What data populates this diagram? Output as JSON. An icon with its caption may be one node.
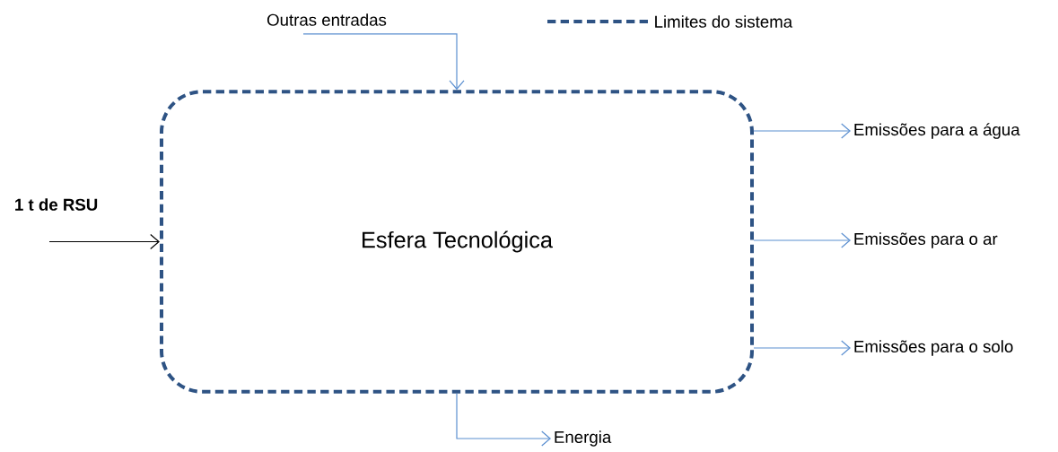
{
  "diagram": {
    "nodes": [
      {
        "text": [
          "Esfera Tecnológica"
        ]
      },
      {
        "text": [
          "1 t de RSU"
        ]
      },
      {
        "text": [
          "Outras entradas"
        ]
      },
      {
        "text": [
          "Emissões para a água"
        ]
      },
      {
        "text": [
          "Emissões para o ar"
        ]
      },
      {
        "text": [
          "Emissões para o solo"
        ]
      },
      {
        "text": [
          "Energia"
        ]
      }
    ],
    "edges": [
      {
        "from": 1,
        "to": 0,
        "arrow": "to",
        "color": "#000000"
      },
      {
        "from": 2,
        "to": 0,
        "arrow": "to"
      },
      {
        "from": 0,
        "to": 3,
        "arrow": "to"
      },
      {
        "from": 0,
        "to": 4,
        "arrow": "to"
      },
      {
        "from": 0,
        "to": 5,
        "arrow": "to"
      },
      {
        "from": 0,
        "to": 6,
        "arrow": "to"
      }
    ],
    "legend": [
      {
        "text": "Limites do sistema"
      }
    ]
  }
}
